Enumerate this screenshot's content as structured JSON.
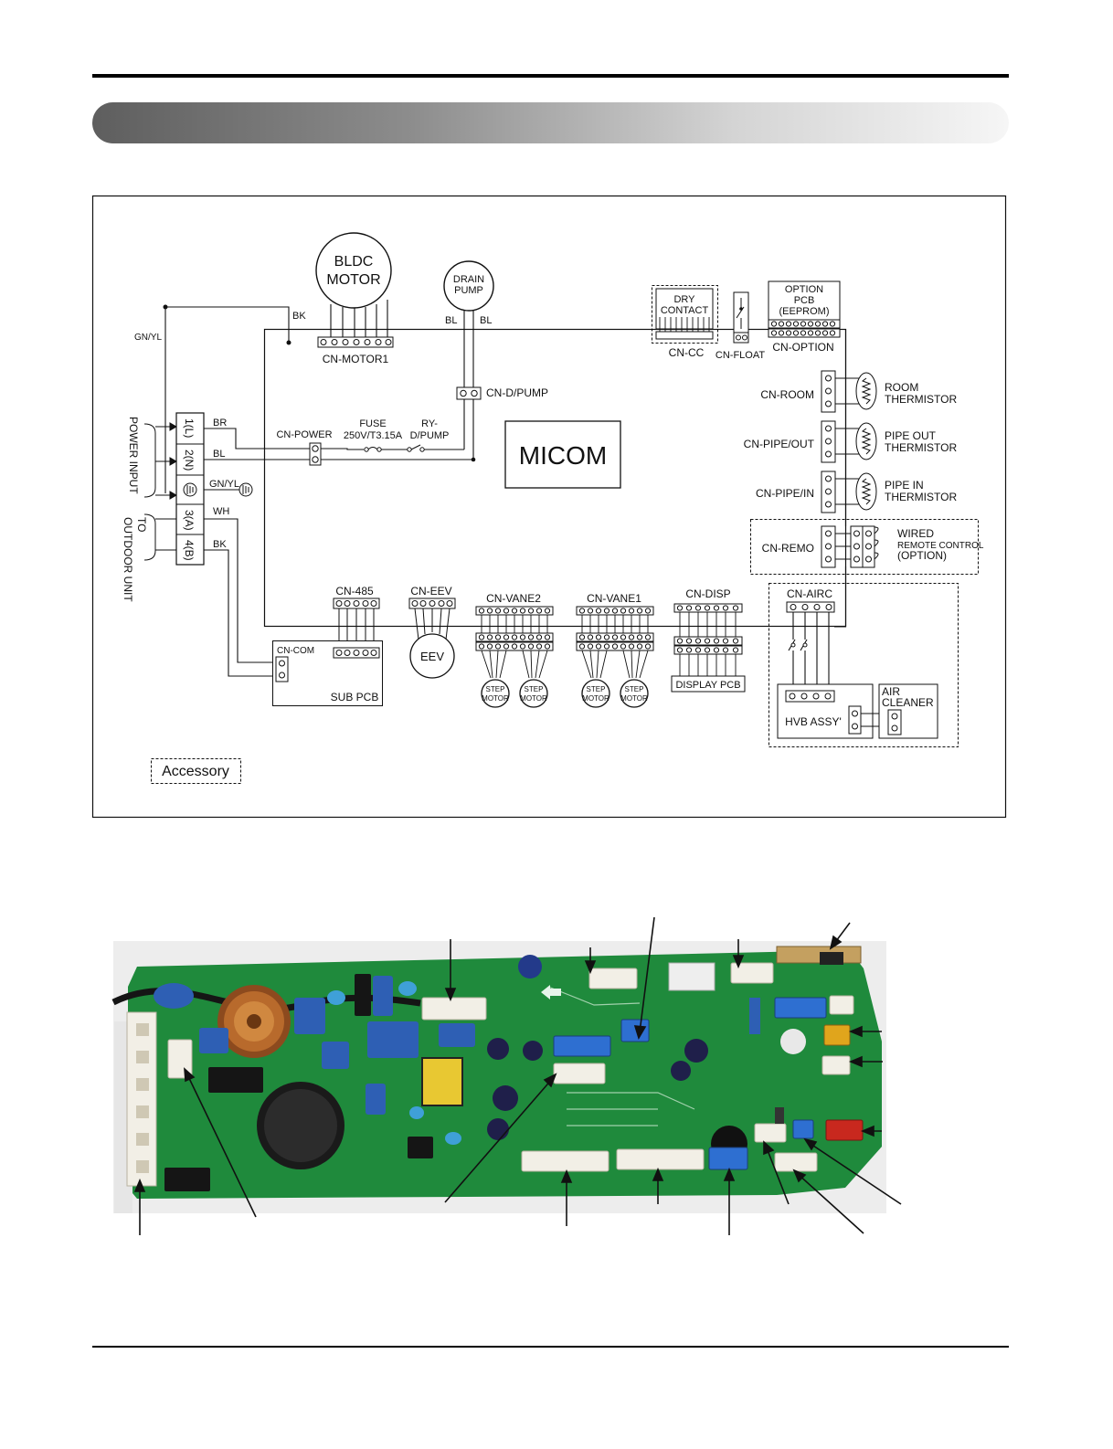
{
  "schematic": {
    "motor_label_1": "BLDC",
    "motor_label_2": "MOTOR",
    "pump_label_1": "DRAIN",
    "pump_label_2": "PUMP",
    "cn_motor1": "CN-MOTOR1",
    "wire_bk_top": "BK",
    "wire_bl_1": "BL",
    "wire_bl_2": "BL",
    "gnyl_left": "GN/YL",
    "cn_dpump": "CN-D/PUMP",
    "dry_contact_1": "DRY",
    "dry_contact_2": "CONTACT",
    "cn_cc": "CN-CC",
    "cn_float": "CN-FLOAT",
    "option_pcb_1": "OPTION",
    "option_pcb_2": "PCB",
    "option_pcb_3": "(EEPROM)",
    "cn_option": "CN-OPTION",
    "cn_room": "CN-ROOM",
    "room_therm_1": "ROOM",
    "room_therm_2": "THERMISTOR",
    "cn_pipe_out": "CN-PIPE/OUT",
    "pipe_out_therm_1": "PIPE OUT",
    "pipe_out_therm_2": "THERMISTOR",
    "cn_pipe_in": "CN-PIPE/IN",
    "pipe_in_therm_1": "PIPE IN",
    "pipe_in_therm_2": "THERMISTOR",
    "cn_remo": "CN-REMO",
    "wired_rc_1": "WIRED",
    "wired_rc_2": "REMOTE CONTROL",
    "wired_rc_3": "(OPTION)",
    "micom": "MICOM",
    "cn_power": "CN-POWER",
    "fuse_1": "FUSE",
    "fuse_2": "250V/T3.15A",
    "ry_dpump_1": "RY-",
    "ry_dpump_2": "D/PUMP",
    "power_input": "POWER INPUT",
    "to_outdoor_1": "TO",
    "to_outdoor_2": "OUTDOOR UNIT",
    "term_1": "1(L)",
    "term_2": "2(N)",
    "term_3": "3(A)",
    "term_4": "4(B)",
    "wire_br": "BR",
    "wire_bl_power": "BL",
    "wire_gnyl": "GN/YL",
    "wire_wh": "WH",
    "wire_bk_lower": "BK",
    "cn_485": "CN-485",
    "cn_com": "CN-COM",
    "sub_pcb": "SUB PCB",
    "cn_eev": "CN-EEV",
    "eev": "EEV",
    "cn_vane2": "CN-VANE2",
    "cn_vane1": "CN-VANE1",
    "step_1": "STEP",
    "step_2": "MOTOR",
    "cn_disp": "CN-DISP",
    "display_pcb": "DISPLAY PCB",
    "cn_airc": "CN-AIRC",
    "hvb_assy": "HVB ASSY'",
    "air_cleaner_1": "AIR",
    "air_cleaner_2": "CLEANER",
    "accessory": "Accessory"
  },
  "colors": {
    "pcb_green": "#1f8a3c",
    "connector_white": "#f2efe6",
    "connector_blue": "#2e6fd1",
    "connector_yellow": "#e0a51c",
    "connector_red": "#c8281e",
    "coil_copper": "#b86a2c"
  }
}
